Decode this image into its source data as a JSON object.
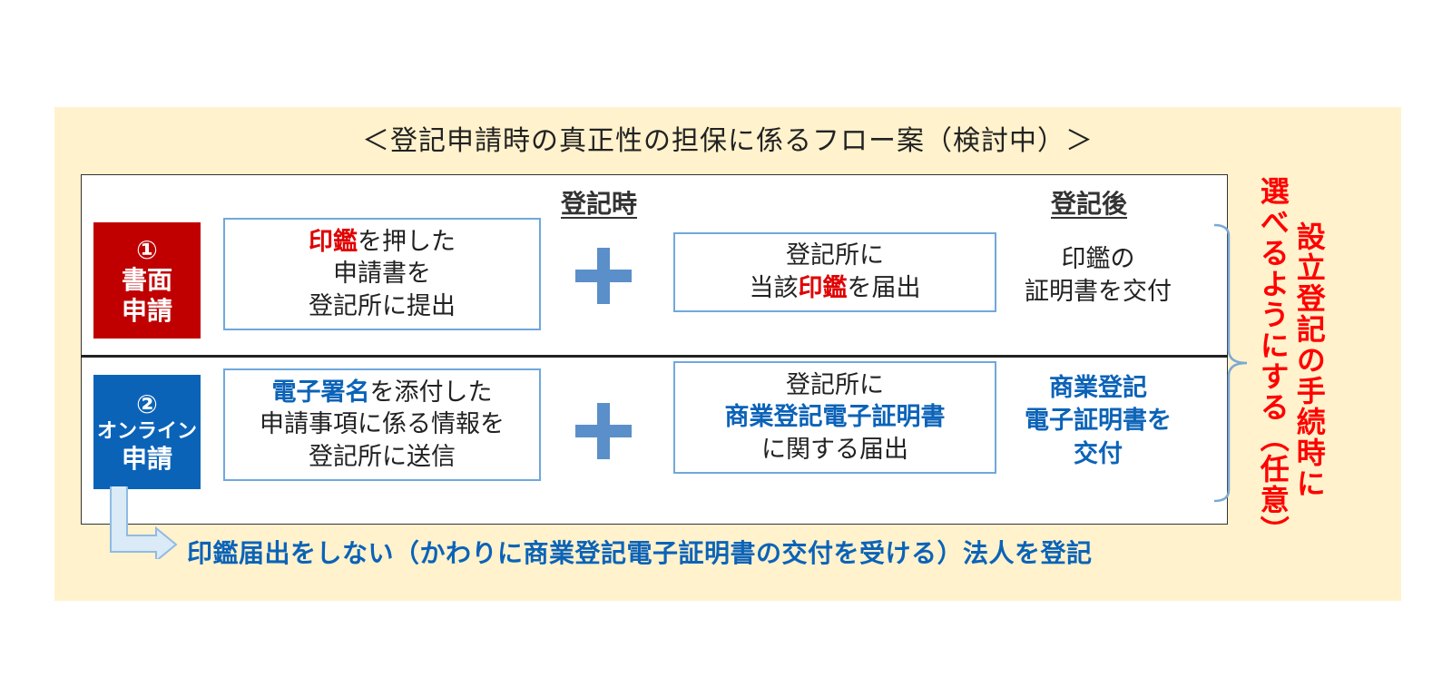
{
  "title": "＜登記申請時の真正性の担保に係るフロー案（検討中）＞",
  "columns": {
    "at_registration": "登記時",
    "after_registration": "登記後"
  },
  "row1": {
    "badge_num": "①",
    "badge_line1": "書面",
    "badge_line2": "申請",
    "box1": {
      "hl": "印鑑",
      "l1_rest": "を押した",
      "l2": "申請書を",
      "l3": "登記所に提出"
    },
    "box2": {
      "l1": "登記所に",
      "pre": "当該",
      "hl": "印鑑",
      "post": "を届出"
    },
    "after": {
      "l1": "印鑑の",
      "l2": "証明書を交付"
    }
  },
  "row2": {
    "badge_num": "②",
    "badge_line1": "オンライン",
    "badge_line2": "申請",
    "box1": {
      "hl": "電子署名",
      "l1_rest": "を添付した",
      "l2": "申請事項に係る情報を",
      "l3": "登記所に送信"
    },
    "box2": {
      "l1": "登記所に",
      "l2": "商業登記電子証明書",
      "l3": "に関する届出"
    },
    "after": {
      "l1": "商業登記",
      "l2": "電子証明書を",
      "l3": "交付"
    }
  },
  "side_note": {
    "col1": "設立登記の手続時に",
    "col2": "選べるようにする（任意）"
  },
  "bottom_note": "印鑑届出をしない（かわりに商業登記電子証明書の交付を受ける）法人を登記",
  "colors": {
    "panel": "#fff2cc",
    "red": "#c00000",
    "blue": "#0b63b8",
    "box_border": "#6fa8dc",
    "plus": "#5b8fc9",
    "note_red": "#ff0000"
  }
}
